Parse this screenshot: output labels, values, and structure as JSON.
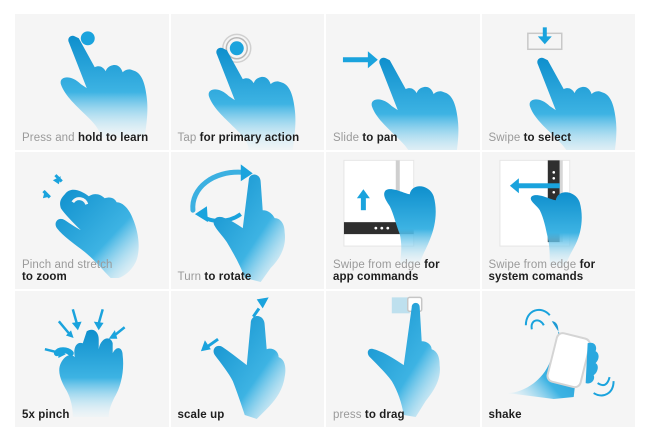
{
  "gestures": [
    {
      "id": "press-hold",
      "icon": "hand-press-icon",
      "light": "Press and ",
      "bold": "hold to learn",
      "line2": ""
    },
    {
      "id": "tap",
      "icon": "hand-tap-icon",
      "light": "Tap ",
      "bold": "for primary action",
      "line2": ""
    },
    {
      "id": "slide",
      "icon": "hand-slide-icon",
      "light": "Slide ",
      "bold": "to pan",
      "line2": ""
    },
    {
      "id": "swipe-select",
      "icon": "hand-swipe-select-icon",
      "light": "Swipe ",
      "bold": "to select",
      "line2": ""
    },
    {
      "id": "pinch-stretch",
      "icon": "hand-pinch-icon",
      "light": "Pinch and stretch",
      "bold": "",
      "line2": "to zoom"
    },
    {
      "id": "turn",
      "icon": "hand-rotate-icon",
      "light": "Turn ",
      "bold": " to rotate",
      "line2": ""
    },
    {
      "id": "edge-app",
      "icon": "hand-edge-app-icon",
      "light": "Swipe from edge ",
      "bold": "for",
      "line2": "app commands"
    },
    {
      "id": "edge-system",
      "icon": "hand-edge-system-icon",
      "light": "Swipe from edge ",
      "bold": "for",
      "line2": "system comands"
    },
    {
      "id": "five-pinch",
      "icon": "hand-5x-pinch-icon",
      "light": "",
      "bold": "5x pinch",
      "line2": ""
    },
    {
      "id": "scale-up",
      "icon": "hand-scale-up-icon",
      "light": "",
      "bold": "scale up",
      "line2": ""
    },
    {
      "id": "press-drag",
      "icon": "hand-drag-icon",
      "light": "press ",
      "bold": " to drag",
      "line2": ""
    },
    {
      "id": "shake",
      "icon": "hand-shake-icon",
      "light": "",
      "bold": "shake",
      "line2": ""
    }
  ],
  "colors": {
    "accent": "#1aa3dd",
    "accent_dark": "#0d8ccc",
    "cell_bg": "#f5f5f5",
    "caption_light": "#9a9a9a",
    "caption_bold": "#1e1e1e"
  }
}
